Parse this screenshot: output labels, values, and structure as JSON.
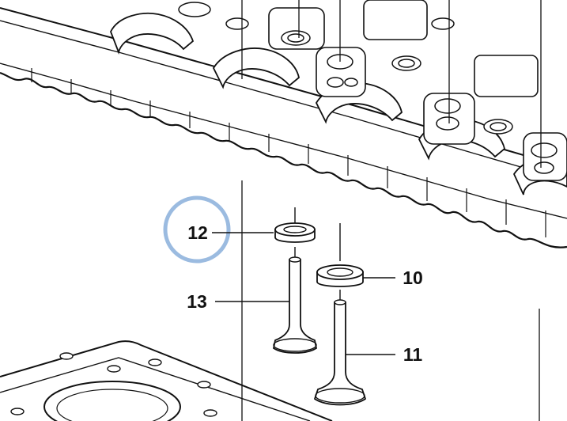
{
  "callouts": [
    {
      "id": "12",
      "label": "12",
      "highlighted": true
    },
    {
      "id": "13",
      "label": "13",
      "highlighted": false
    },
    {
      "id": "10",
      "label": "10",
      "highlighted": false
    },
    {
      "id": "11",
      "label": "11",
      "highlighted": false
    }
  ],
  "colors": {
    "line": "#111111",
    "background": "#ffffff",
    "highlight_ring": "#9bbbe0"
  }
}
